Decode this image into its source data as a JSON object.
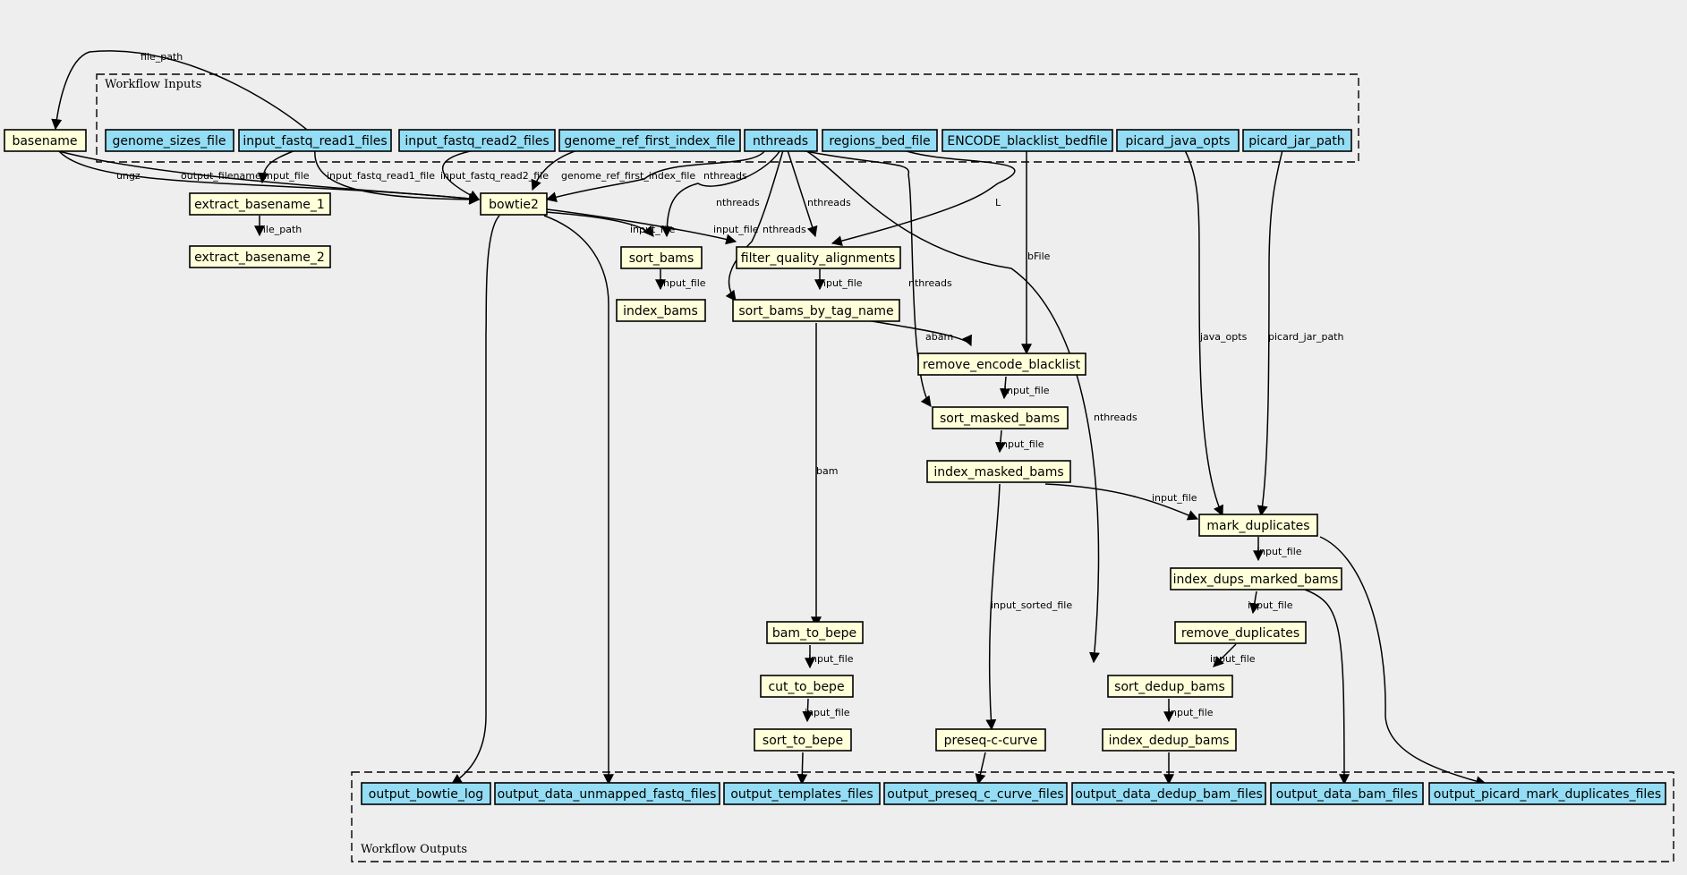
{
  "clusters": {
    "inputs_label": "Workflow Inputs",
    "outputs_label": "Workflow Outputs"
  },
  "colors": {
    "io_fill": "#94ddf4",
    "step_fill": "#ffffd9",
    "background": "#eeeeee"
  },
  "nodes": {
    "basename": "basename",
    "genome_sizes_file": "genome_sizes_file",
    "input_fastq_read1_files": "input_fastq_read1_files",
    "input_fastq_read2_files": "input_fastq_read2_files",
    "genome_ref_first_index_file": "genome_ref_first_index_file",
    "nthreads": "nthreads",
    "regions_bed_file": "regions_bed_file",
    "ENCODE_blacklist_bedfile": "ENCODE_blacklist_bedfile",
    "picard_java_opts": "picard_java_opts",
    "picard_jar_path": "picard_jar_path",
    "extract_basename_1": "extract_basename_1",
    "extract_basename_2": "extract_basename_2",
    "bowtie2": "bowtie2",
    "sort_bams": "sort_bams",
    "index_bams": "index_bams",
    "filter_quality_alignments": "filter_quality_alignments",
    "sort_bams_by_tag_name": "sort_bams_by_tag_name",
    "remove_encode_blacklist": "remove_encode_blacklist",
    "sort_masked_bams": "sort_masked_bams",
    "index_masked_bams": "index_masked_bams",
    "mark_duplicates": "mark_duplicates",
    "index_dups_marked_bams": "index_dups_marked_bams",
    "remove_duplicates": "remove_duplicates",
    "sort_dedup_bams": "sort_dedup_bams",
    "index_dedup_bams": "index_dedup_bams",
    "bam_to_bepe": "bam_to_bepe",
    "cut_to_bepe": "cut_to_bepe",
    "sort_to_bepe": "sort_to_bepe",
    "preseq_c_curve": "preseq-c-curve",
    "output_bowtie_log": "output_bowtie_log",
    "output_data_unmapped_fastq_files": "output_data_unmapped_fastq_files",
    "output_templates_files": "output_templates_files",
    "output_preseq_c_curve_files": "output_preseq_c_curve_files",
    "output_data_dedup_bam_files": "output_data_dedup_bam_files",
    "output_data_bam_files": "output_data_bam_files",
    "output_picard_mark_duplicates_files": "output_picard_mark_duplicates_files"
  },
  "edge_labels": {
    "file_path_top": "file_path",
    "ungz": "ungz",
    "output_filename": "output_filename",
    "input_file_eb1": "input_file",
    "input_fastq_read1_file": "input_fastq_read1_file",
    "input_fastq_read2_file": "input_fastq_read2_file",
    "genome_ref_first_index_file": "genome_ref_first_index_file",
    "nthreads_bowtie": "nthreads",
    "nthreads_sort": "nthreads",
    "nthreads_filter": "nthreads",
    "nthreads_tag": "nthreads",
    "nthreads_masked": "nthreads",
    "nthreads_dedup": "nthreads",
    "L": "L",
    "bFile": "bFile",
    "java_opts": "java_opts",
    "picard_jar_path": "picard_jar_path",
    "file_path_eb2": "file_path",
    "input_file_sort": "input_file",
    "input_file_filter": "input_file",
    "input_file_index": "input_file",
    "input_file_tag": "input_file",
    "abam": "abam",
    "input_file_masked": "input_file",
    "input_file_idxmasked": "input_file",
    "input_file_mark": "input_file",
    "input_file_dups": "input_file",
    "input_file_rmdup": "input_file",
    "input_file_sortdedup": "input_file",
    "input_file_idxdedup": "input_file",
    "bam": "bam",
    "input_file_cut": "input_file",
    "input_file_sortbepe": "input_file",
    "input_sorted_file": "input_sorted_file"
  }
}
